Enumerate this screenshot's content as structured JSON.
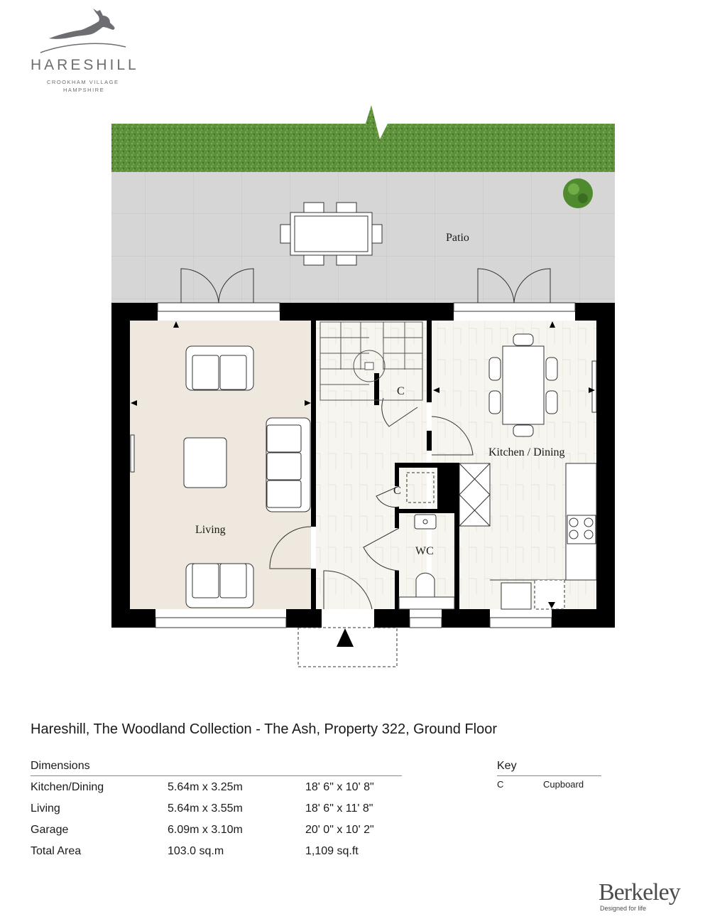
{
  "logo": {
    "name": "HARESHILL",
    "line1": "CROOKHAM VILLAGE",
    "line2": "HAMPSHIRE"
  },
  "rooms": {
    "patio": "Patio",
    "living": "Living",
    "kitchen_dining": "Kitchen / Dining",
    "wc": "WC",
    "cupboard_1": "C",
    "cupboard_2": "C"
  },
  "title": "Hareshill, The Woodland Collection - The Ash, Property 322, Ground Floor",
  "dimensions": {
    "heading": "Dimensions",
    "rows": [
      {
        "room": "Kitchen/Dining",
        "metric": "5.64m x 3.25m",
        "imperial": "18' 6\" x 10' 8\""
      },
      {
        "room": "Living",
        "metric": "5.64m x 3.55m",
        "imperial": "18' 6\" x 11' 8\""
      },
      {
        "room": "Garage",
        "metric": "6.09m x 3.10m",
        "imperial": "20' 0\" x 10' 2\""
      },
      {
        "room": "Total Area",
        "metric": "103.0 sq.m",
        "imperial": "1,109 sq.ft"
      }
    ]
  },
  "key": {
    "heading": "Key",
    "items": [
      {
        "code": "C",
        "label": "Cupboard"
      }
    ]
  },
  "brand": {
    "name": "Berkeley",
    "tagline": "Designed for life"
  },
  "colors": {
    "wall": "#000000",
    "grass": "#5b8f3a",
    "patio": "#d4d4d4",
    "living_floor": "#efe8df",
    "wood_floor": "#f6f4ee",
    "logo_grey": "#6d6e71"
  }
}
